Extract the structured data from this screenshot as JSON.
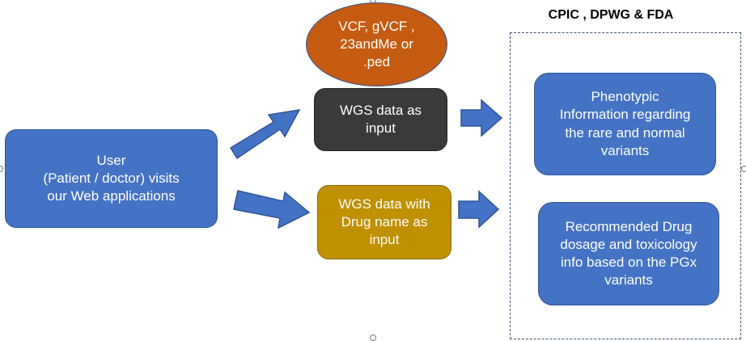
{
  "header": {
    "title": "CPIC , DPWG & FDA"
  },
  "nodes": {
    "input_formats": "VCF, gVCF ,\n23andMe or\n.ped",
    "user": "User\n(Patient / doctor) visits\nour Web applications",
    "wgs_input": "WGS data as\ninput",
    "wgs_drug_input": "WGS data with\nDrug name as\ninput",
    "phenotypic_info": "Phenotypic\nInformation regarding\nthe rare and normal\nvariants",
    "recommended_dosage": "Recommended Drug\ndosage and toxicology\ninfo based on the PGx\nvariants"
  },
  "colors": {
    "blue": "#4472c4",
    "dark": "#3a3a3a",
    "gold": "#bf9000",
    "orange": "#c55a11"
  },
  "icons": [
    "arrow-right-icon",
    "arrow-up-right-icon"
  ]
}
